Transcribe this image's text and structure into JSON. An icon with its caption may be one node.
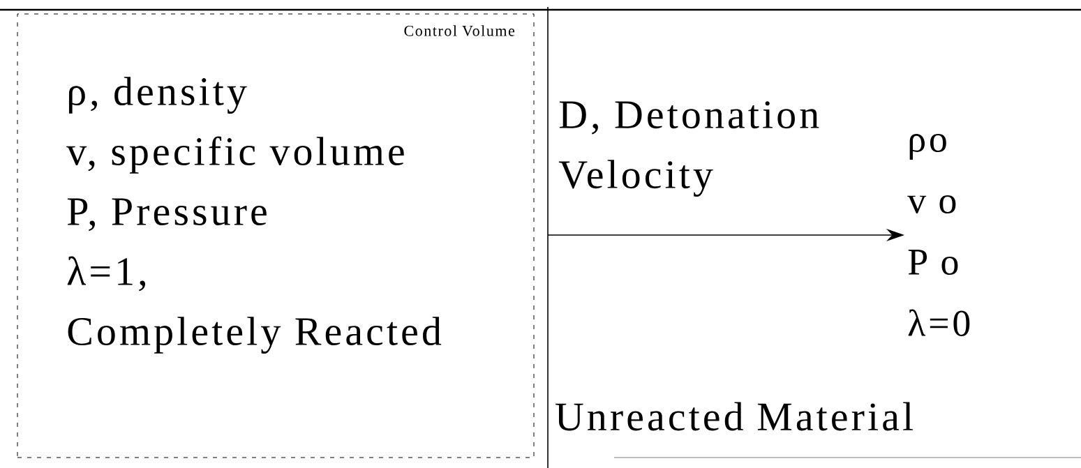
{
  "diagram": {
    "nodes": [
      {
        "text": [
          "Control Volume",
          "ρ, density",
          "v, specific volume",
          "P, Pressure",
          "λ=1,",
          "Completely Reacted"
        ]
      },
      {
        "text": [
          "ρo",
          "v o",
          "P o",
          "λ=0"
        ]
      }
    ],
    "edges": [
      {
        "from": null,
        "to": 1,
        "arrow": "to",
        "label": "D, Detonation Velocity"
      }
    ],
    "labels": [
      "Unreacted Material"
    ]
  }
}
